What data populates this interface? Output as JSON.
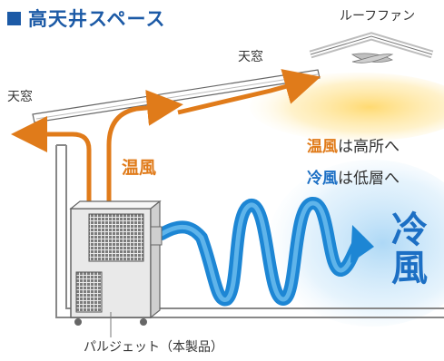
{
  "header": {
    "title": "高天井スペース"
  },
  "labels": {
    "roof_fan": "ルーフファン",
    "skylight_upper": "天窓",
    "skylight_left": "天窓",
    "warm_air": "温風",
    "product": "パルジェット（本製品）"
  },
  "legend": {
    "warm": {
      "key": "温風",
      "text": "は高所へ"
    },
    "cool": {
      "key": "冷風",
      "text": "は低層へ"
    }
  },
  "cool_label": "冷風",
  "colors": {
    "title_blue": "#1c5aa6",
    "warm_orange": "#e07b1a",
    "cool_blue": "#1c6fc4"
  },
  "icons": [
    "roof-fan-icon",
    "air-conditioner-unit-icon"
  ]
}
